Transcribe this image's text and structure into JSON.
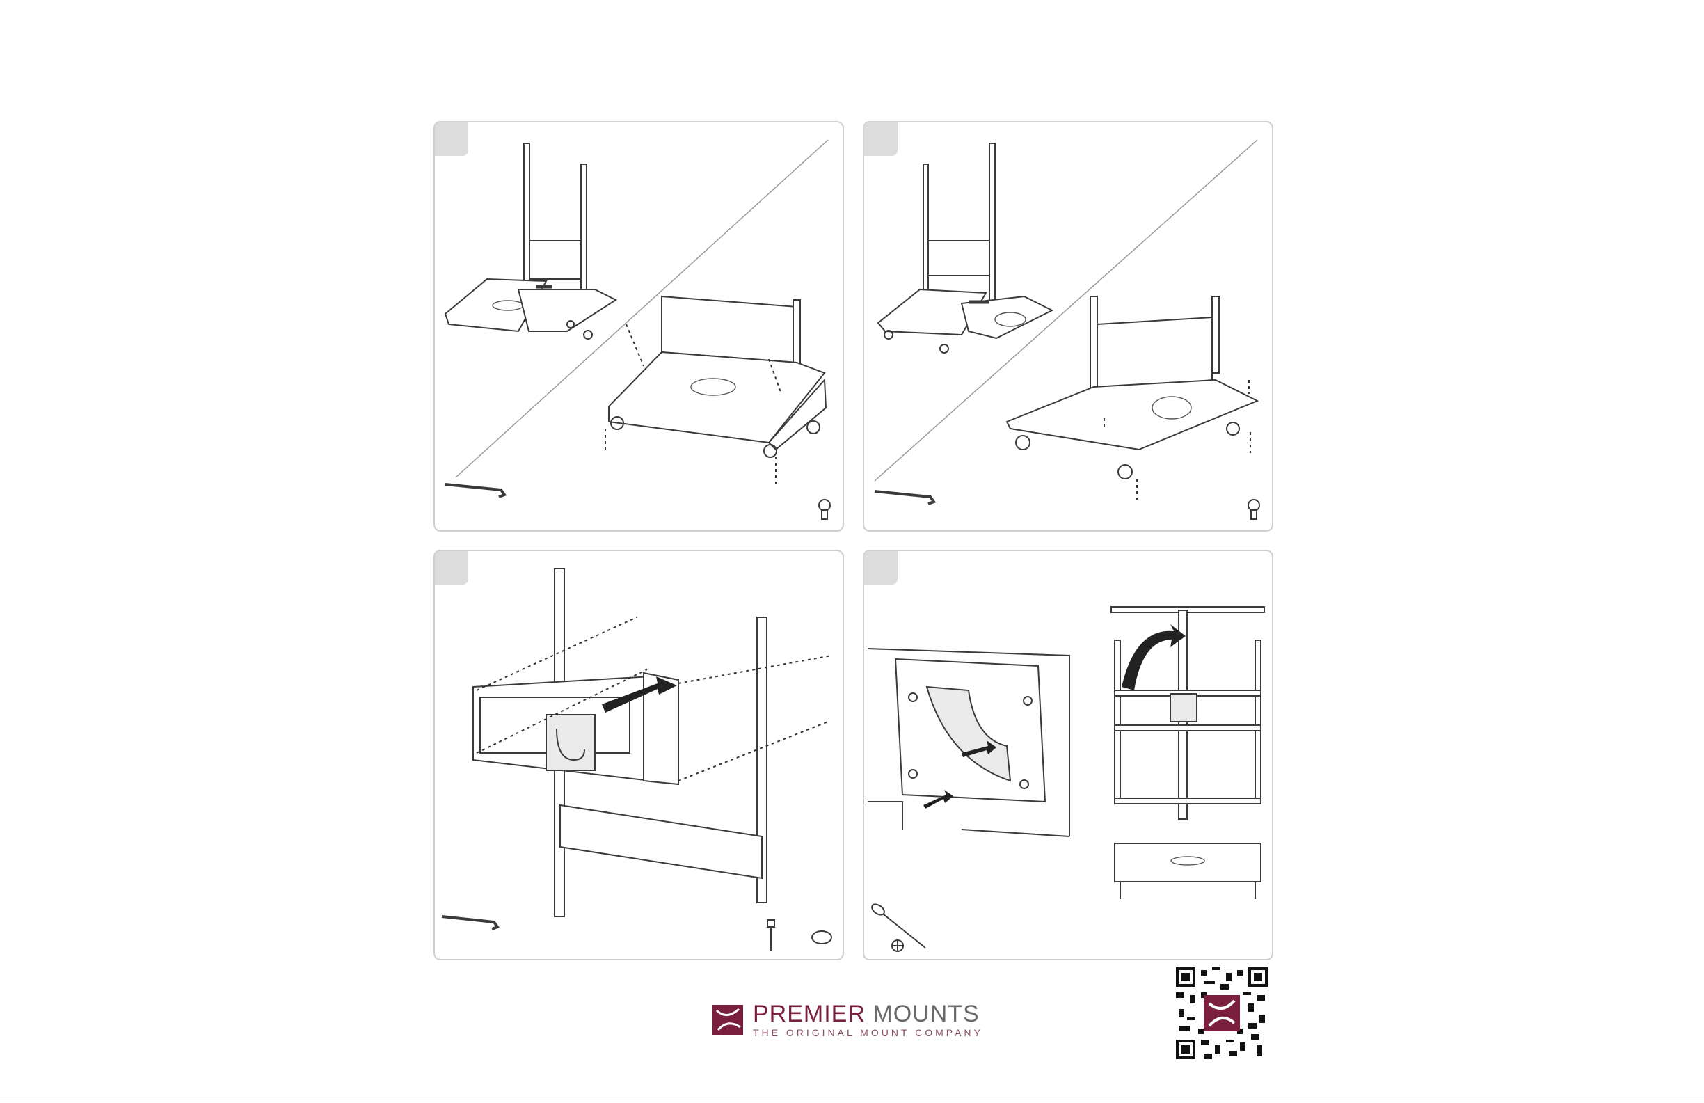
{
  "brand": {
    "name_part1": "PREMIER",
    "name_part2": " MOUNTS",
    "tagline": "THE ORIGINAL MOUNT COMPANY",
    "primary_color": "#7a1f3d",
    "secondary_color": "#6a6a6a"
  },
  "steps": [
    {
      "icons": [
        "allen-key-icon",
        "screw-icon"
      ]
    },
    {
      "icons": [
        "allen-key-icon",
        "screw-icon"
      ]
    },
    {
      "icons": [
        "allen-key-icon",
        "bolt-icon",
        "washer-icon"
      ]
    },
    {
      "icons": [
        "screwdriver-icon",
        "phillips-head-icon"
      ]
    }
  ],
  "qr_code": {
    "icon": "qr-code-icon"
  }
}
